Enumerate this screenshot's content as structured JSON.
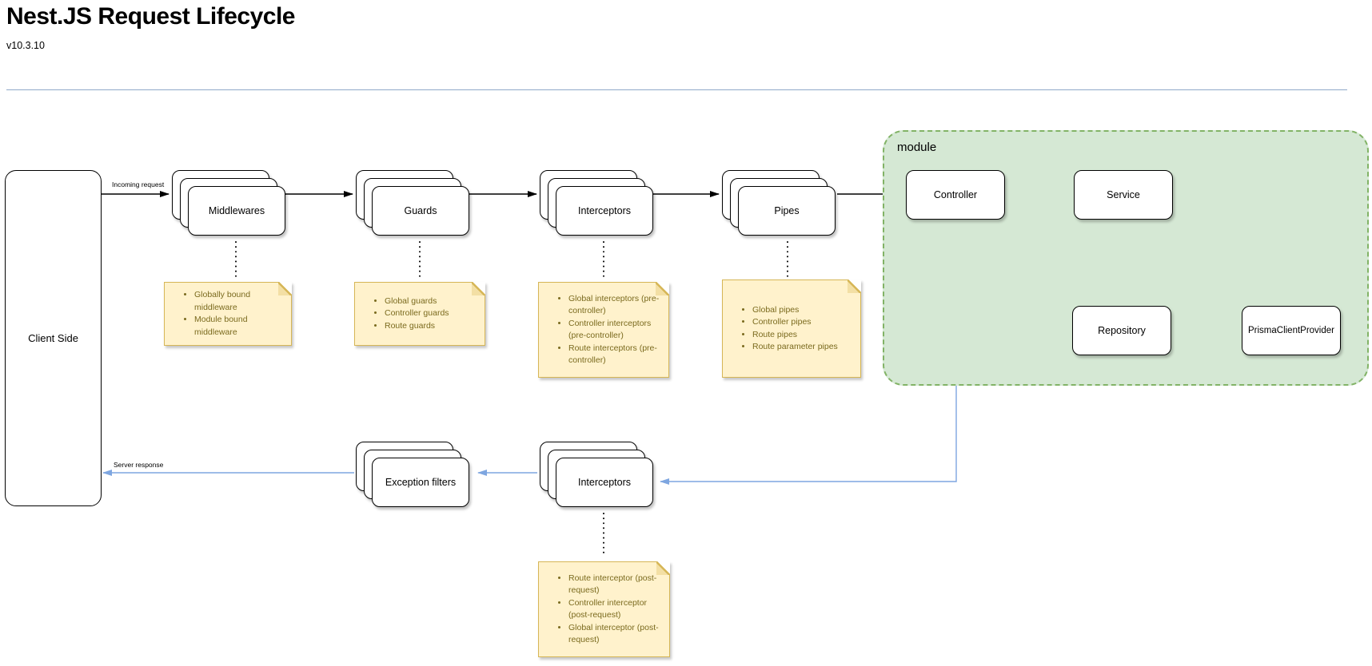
{
  "header": {
    "title": "Nest.JS Request Lifecycle",
    "version": "v10.3.10"
  },
  "client": {
    "label": "Client Side"
  },
  "flow_labels": {
    "incoming": "Incoming request",
    "response": "Server response"
  },
  "stacks": {
    "middlewares": {
      "label": "Middlewares"
    },
    "guards": {
      "label": "Guards"
    },
    "interceptors_pre": {
      "label": "Interceptors"
    },
    "pipes": {
      "label": "Pipes"
    },
    "exception_filters": {
      "label": "Exception filters"
    },
    "interceptors_post": {
      "label": "Interceptors"
    }
  },
  "notes": {
    "middlewares": {
      "items": [
        "Globally bound middleware",
        "Module bound middleware"
      ]
    },
    "guards": {
      "items": [
        "Global guards",
        "Controller guards",
        "Route guards"
      ]
    },
    "interceptors_pre": {
      "items": [
        "Global interceptors (pre-controller)",
        "Controller interceptors (pre-controller)",
        "Route interceptors (pre-controller)"
      ]
    },
    "pipes": {
      "items": [
        "Global pipes",
        "Controller pipes",
        "Route pipes",
        "Route parameter pipes"
      ]
    },
    "interceptors_post": {
      "items": [
        "Route interceptor (post-request)",
        "Controller interceptor (post-request)",
        "Global interceptor (post-request)"
      ]
    }
  },
  "module": {
    "label": "module",
    "nodes": {
      "controller": "Controller",
      "service": "Service",
      "repository": "Repository",
      "prisma": "PrismaClientProvider"
    }
  },
  "colors": {
    "note_fill": "#FFF2CC",
    "note_border": "#D6B656",
    "note_text": "#7A6A1E",
    "module_fill": "#D5E8D4",
    "module_border": "#82B366",
    "blue": "#7EA6E0",
    "rule": "#8FA9C9"
  }
}
